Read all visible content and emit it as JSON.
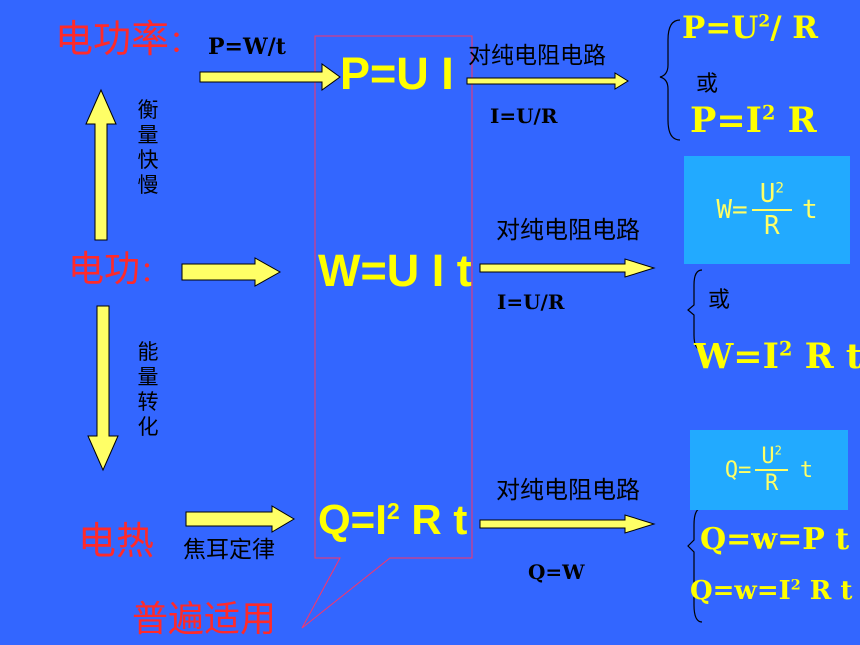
{
  "labels": {
    "power": "电功率",
    "work": "电功",
    "heat": "电热",
    "colon": "："
  },
  "transitions": {
    "rate": [
      "衡",
      "量",
      "快",
      "慢"
    ],
    "energy": [
      "能",
      "量",
      "转",
      "化"
    ],
    "power_def": "P=W/t",
    "joule_law": "焦耳定律"
  },
  "main_formulas": {
    "power": "P=U I",
    "work": "W=U I t",
    "heat_main": "Q=I",
    "heat_sup": "2",
    "heat_tail": " R t"
  },
  "conditions": {
    "pure_resistive": "对纯电阻电路",
    "ohm": "I=U/R",
    "q_equals_w": "Q=W"
  },
  "results": {
    "power_a_main": "P=U",
    "power_a_sup": "2",
    "power_a_tail": "/ R",
    "or": "或",
    "power_b_main": "P=I",
    "power_b_sup": "2",
    "power_b_tail": " R",
    "work_box_lhs": "W=",
    "work_box_num": "U",
    "work_box_exp": "2",
    "work_box_den": "R",
    "work_box_t": "t",
    "work_b_main": "W=I",
    "work_b_sup": "2",
    "work_b_tail": " R t",
    "heat_box_lhs": "Q=",
    "heat_box_num": "U",
    "heat_box_exp": "2",
    "heat_box_den": "R",
    "heat_box_t": "t",
    "heat_a": "Q=w=P t",
    "heat_b_main": "Q=w=I",
    "heat_b_sup": "2",
    "heat_b_tail": " R t"
  },
  "callout": {
    "text": "普遍适用"
  },
  "colors": {
    "background": "#3366ff",
    "label_red": "#ff2a2a",
    "formula_yellow": "#ffff00",
    "arrow_fill": "#ffff66",
    "callout_border": "#ff3366",
    "formula_box_bg": "#22aaff"
  }
}
